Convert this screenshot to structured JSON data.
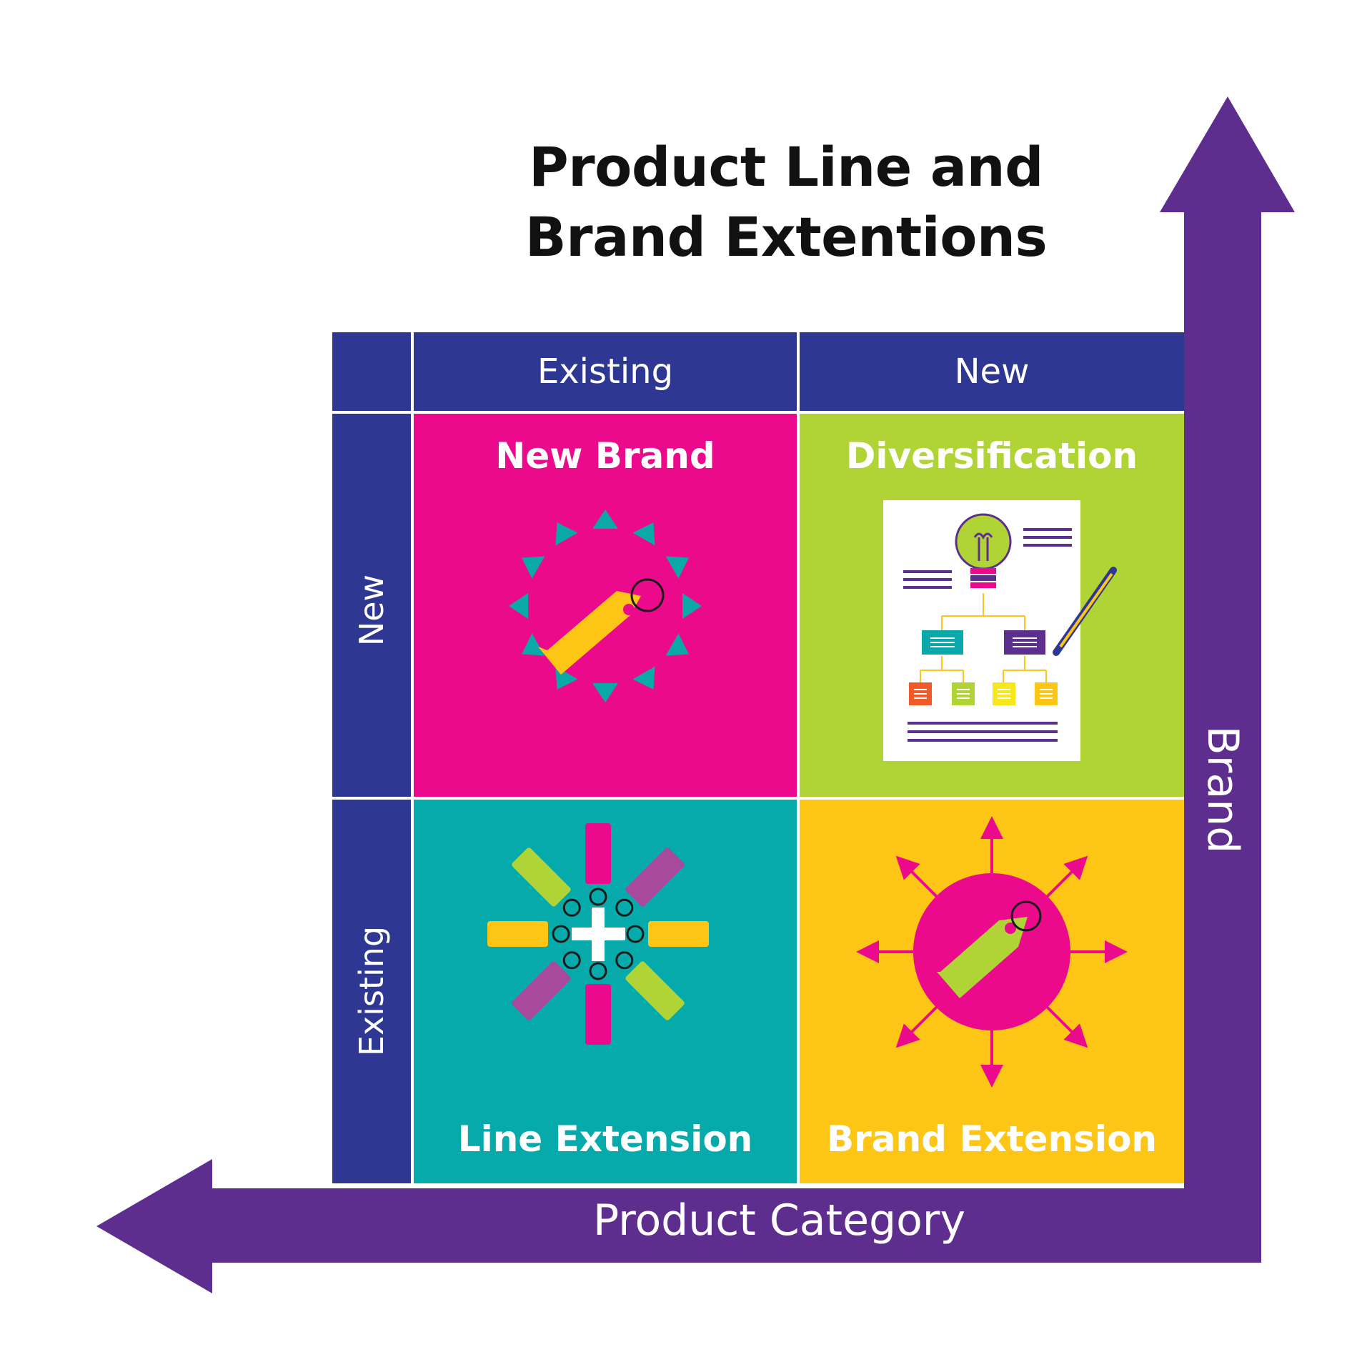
{
  "title": {
    "line1": "Product Line and",
    "line2": "Brand Extentions"
  },
  "columns": {
    "existing": "Existing",
    "new": "New"
  },
  "rows": {
    "new": "New",
    "existing": "Existing"
  },
  "quadrants": {
    "top_left": "New Brand",
    "top_right": "Diversification",
    "bottom_left": "Line Extension",
    "bottom_right": "Brand Extension"
  },
  "axes": {
    "x_label": "Product Category",
    "y_label": "Brand"
  },
  "colors": {
    "navy": "#2e3791",
    "purple": "#5e2e8f",
    "magenta": "#ec0a8c",
    "lime": "#b0d336",
    "teal": "#06aaaa",
    "yellow": "#fdc616"
  }
}
